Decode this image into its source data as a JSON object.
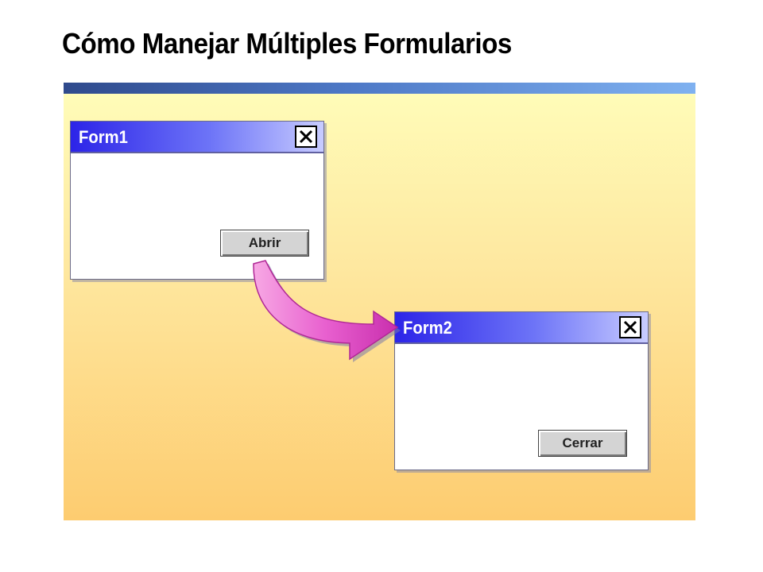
{
  "slide": {
    "title": "Cómo Manejar Múltiples Formularios"
  },
  "form1": {
    "title": "Form1",
    "button_label": "Abrir",
    "close_icon": "close-icon"
  },
  "form2": {
    "title": "Form2",
    "button_label": "Cerrar",
    "close_icon": "close-icon"
  },
  "colors": {
    "title_bar_dark": "#2f4a8c",
    "title_bar_light": "#7fb1f0",
    "panel_top": "#fffcb8",
    "panel_bottom": "#fdcc70",
    "window_titlebar_start": "#2c24e8",
    "window_titlebar_end": "#c8ccff",
    "arrow": "#e04ec0"
  }
}
